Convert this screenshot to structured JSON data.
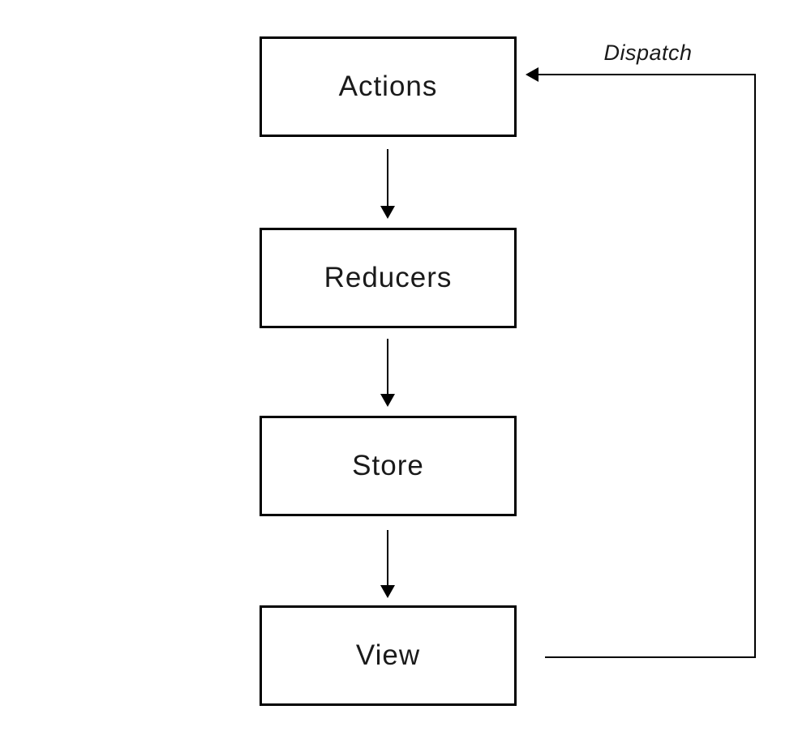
{
  "diagram": {
    "type": "flowchart",
    "description": "Unidirectional data flow diagram with four stacked boxes and a dispatch feedback loop",
    "nodes": [
      {
        "id": "actions",
        "label": "Actions"
      },
      {
        "id": "reducers",
        "label": "Reducers"
      },
      {
        "id": "store",
        "label": "Store"
      },
      {
        "id": "view",
        "label": "View"
      }
    ],
    "edges": [
      {
        "from": "actions",
        "to": "reducers",
        "label": ""
      },
      {
        "from": "reducers",
        "to": "store",
        "label": ""
      },
      {
        "from": "store",
        "to": "view",
        "label": ""
      },
      {
        "from": "view",
        "to": "actions",
        "label": "Dispatch"
      }
    ],
    "colors": {
      "line": "#000000",
      "box_border": "#000000",
      "background": "#ffffff",
      "text": "#1a1a1a"
    }
  }
}
